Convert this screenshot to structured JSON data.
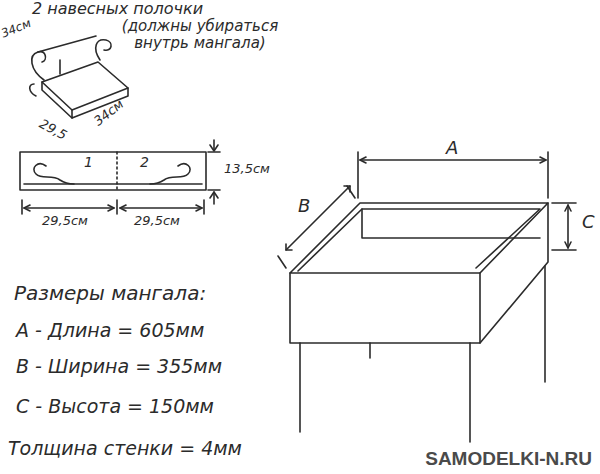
{
  "diagram": {
    "labels": [
      "2 навесных полочки",
      "(должны убираться внутрь мангала)",
      "34см",
      "29,5",
      "34см",
      "1",
      "2",
      "13,5см",
      "29,5см",
      "29,5см",
      "A",
      "B",
      "C",
      "Размеры мангала:",
      "A - Длина = 605мм",
      "B - Ширина = 355мм",
      "C - Высота = 150мм",
      "Толщина стенки = 4мм",
      "SAMODELKI-N.RU"
    ]
  }
}
